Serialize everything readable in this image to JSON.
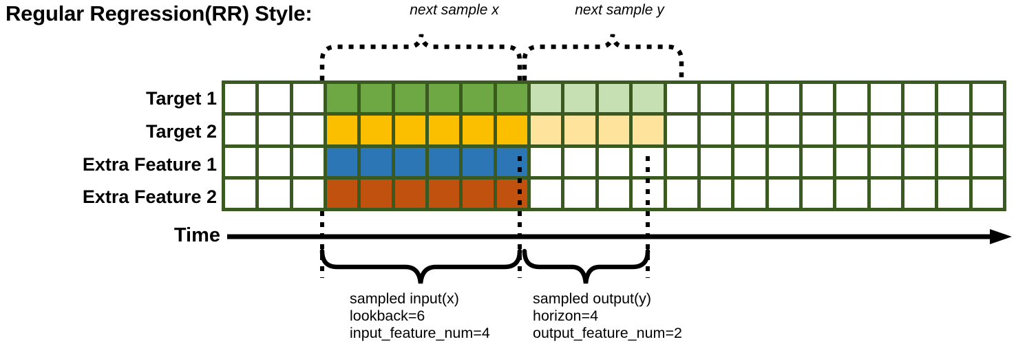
{
  "title": "Regular Regression(RR) Style:",
  "top_brackets": [
    {
      "label": "next sample x",
      "name": "bracket-next-sample-x"
    },
    {
      "label": "next sample y",
      "name": "bracket-next-sample-y"
    }
  ],
  "row_labels": [
    "Target 1",
    "Target 2",
    "Extra Feature 1",
    "Extra Feature 2"
  ],
  "time_axis": {
    "label": "Time"
  },
  "bottom_captions": [
    {
      "name": "sampled-input-caption",
      "lines": [
        "sampled input(x)",
        "lookback=6",
        "input_feature_num=4"
      ]
    },
    {
      "name": "sampled-output-caption",
      "lines": [
        "sampled output(y)",
        "horizon=4",
        "output_feature_num=2"
      ]
    }
  ],
  "colors": {
    "grid_border": "#3a5a21",
    "target1": "#6ea845",
    "target1_light": "#c6e0b3",
    "target2": "#fcbf00",
    "target2_light": "#fde39b",
    "extra_feature1": "#2d76b5",
    "extra_feature2": "#c1510f",
    "empty": "#ffffff",
    "stroke": "#000000"
  },
  "grid": {
    "columns": 23,
    "rows": 4,
    "lead_empty_columns": 3,
    "input_columns": 6,
    "output_columns": 4,
    "trailing_empty_columns": 10,
    "row_fills": [
      [
        "white",
        "white",
        "white",
        "green",
        "green",
        "green",
        "green",
        "green",
        "green",
        "greenL",
        "greenL",
        "greenL",
        "greenL",
        "white",
        "white",
        "white",
        "white",
        "white",
        "white",
        "white",
        "white",
        "white",
        "white"
      ],
      [
        "white",
        "white",
        "white",
        "amber",
        "amber",
        "amber",
        "amber",
        "amber",
        "amber",
        "amberL",
        "amberL",
        "amberL",
        "amberL",
        "white",
        "white",
        "white",
        "white",
        "white",
        "white",
        "white",
        "white",
        "white",
        "white"
      ],
      [
        "white",
        "white",
        "white",
        "blue",
        "blue",
        "blue",
        "blue",
        "blue",
        "blue",
        "white",
        "white",
        "white",
        "white",
        "white",
        "white",
        "white",
        "white",
        "white",
        "white",
        "white",
        "white",
        "white",
        "white"
      ],
      [
        "white",
        "white",
        "white",
        "rust",
        "rust",
        "rust",
        "rust",
        "rust",
        "rust",
        "white",
        "white",
        "white",
        "white",
        "white",
        "white",
        "white",
        "white",
        "white",
        "white",
        "white",
        "white",
        "white",
        "white"
      ]
    ]
  }
}
